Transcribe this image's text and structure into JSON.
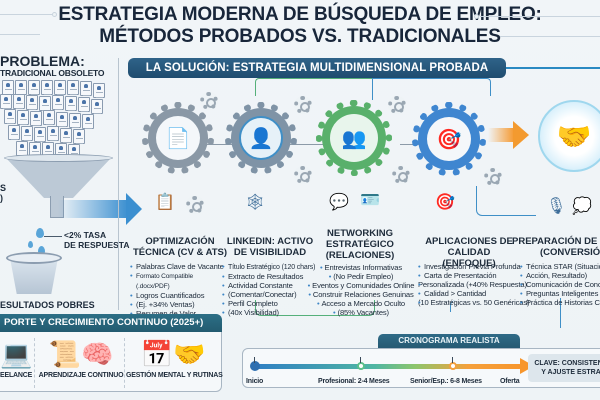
{
  "title": {
    "line1": "ESTRATEGIA MODERNA DE BÚSQUEDA DE EMPLEO:",
    "line2": "MÉTODOS PROBADOS VS. TRADICIONALES"
  },
  "problem": {
    "heading": "PROBLEMA:",
    "subheading": "TRADICIONAL OBSOLETO",
    "funnel_label_line1": "S",
    "funnel_label_line2": ")",
    "rate_label_line1": "<2% TASA",
    "rate_label_line2": "DE RESPUESTA",
    "result_label": "ESULTADOS POBRES"
  },
  "solution": {
    "banner": "LA SOLUCIÓN: ESTRATEGIA MULTIDIMENSIONAL PROBADA",
    "columns": [
      {
        "icon": "resume-search-icon",
        "title_line1": "OPTIMIZACIÓN",
        "title_line2": "TÉCNICA (CV & ATS)",
        "items": [
          "Palabras Clave de Vacante",
          "Formato Compatible (.docx/PDF)",
          "Logros Cuantificados",
          "(Ej. +34% Ventas)",
          "Resumen de Valor"
        ]
      },
      {
        "icon": "network-profile-icon",
        "title_line1": "LINKEDIN: ACTIVO",
        "title_line2": "DE VISIBILIDAD",
        "items": [
          "Título Estratégico (120 chars)",
          "Extracto de Resultados",
          "Actividad Constante",
          "(Comentar/Conectar)",
          "Perfil Completo",
          "(40x Visibilidad)"
        ]
      },
      {
        "icon": "people-chat-icon",
        "title_line1": "NETWORKING",
        "title_line2": "ESTRATÉGICO",
        "title_line3": "(RELACIONES)",
        "items": [
          "Entrevistas Informativas",
          "(No Pedir Empleo)",
          "Eventos y Comunidades Online",
          "Construir Relaciones Genuinas",
          "Acceso a Mercado Oculto",
          "(85% Vacantes)"
        ]
      },
      {
        "icon": "target-document-icon",
        "title_line1": "APLICACIONES DE CALIDAD",
        "title_line2": "(ENFOQUE)",
        "items": [
          "Investigación Previa Profunda",
          "Carta de Presentación",
          "Personalizada (+40% Respuesta)",
          "Calidad > Cantidad",
          "(10 Estratégicas vs. 50 Genéricas)"
        ]
      },
      {
        "icon": "microphone-icon",
        "title_line1": "PREPARACIÓN DE EN",
        "title_line2": "(CONVERSIÓ",
        "items": [
          "Técnica STAR (Situación,",
          "Acción, Resultado)",
          "Comunicación de Concep",
          "Preguntas Inteligentes al",
          "Práctica de Historias Clav"
        ]
      }
    ]
  },
  "support": {
    "header": "PORTE Y CRECIMIENTO CONTINUO (2025+)",
    "items": [
      {
        "icon": "laptop-icon",
        "label": "EELANCE"
      },
      {
        "icon": "brain-certificate-icon",
        "label": "APRENDIZAJE CONTINUO"
      },
      {
        "icon": "calendar-handshake-icon",
        "label": "GESTIÓN MENTAL Y RUTINAS"
      }
    ]
  },
  "timeline": {
    "tab": "CRONOGRAMA REALISTA",
    "milestones": [
      {
        "label": "Inicio"
      },
      {
        "label": "Profesional: 2-4 Meses"
      },
      {
        "label": "Senior/Esp.: 6-8 Meses"
      },
      {
        "label": "Oferta"
      }
    ],
    "key_line1": "CLAVE: CONSISTENC",
    "key_line2": "Y AJUSTE ESTRA"
  },
  "colors": {
    "navy": "#1f4c6f",
    "teal": "#2c6f86",
    "blue": "#3b8fd0",
    "green": "#55b07a",
    "orange": "#f7962c",
    "gray_gear": "#8c9aa8"
  }
}
